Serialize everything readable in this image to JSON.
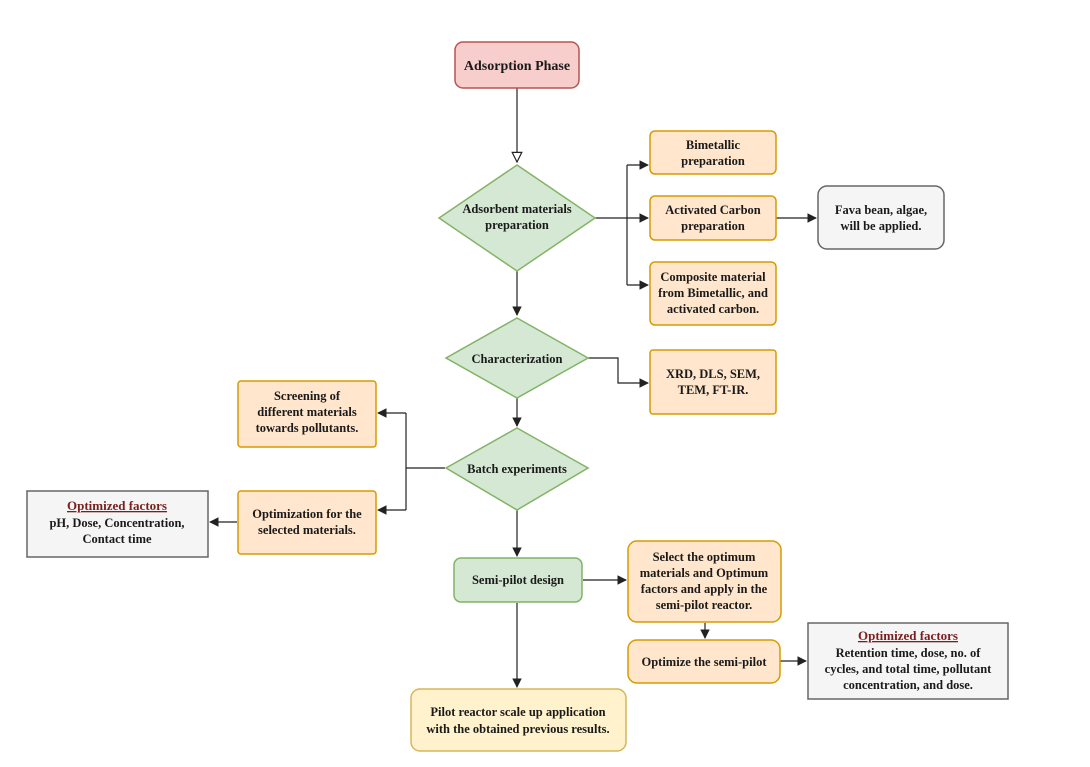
{
  "nodes": {
    "adsorption_phase": "Adsorption Phase",
    "adsorbent_prep": [
      "Adsorbent materials",
      "preparation"
    ],
    "bimetallic": [
      "Bimetallic",
      "preparation"
    ],
    "activated_carbon": [
      "Activated Carbon",
      "preparation"
    ],
    "fava_bean": [
      "Fava bean,  algae,",
      "will be applied."
    ],
    "composite": [
      "Composite material",
      "from Bimetallic, and",
      "activated carbon."
    ],
    "characterization": "Characterization",
    "techniques": [
      "XRD, DLS, SEM,",
      "TEM, FT-IR."
    ],
    "screening": [
      "Screening of",
      "different materials",
      "towards pollutants."
    ],
    "batch": "Batch experiments",
    "optimization": [
      "Optimization for the",
      "selected materials."
    ],
    "optimized_factors_1": {
      "heading": "Optimized factors",
      "lines": [
        "pH, Dose, Concentration,",
        "Contact time"
      ]
    },
    "semi_pilot_design": "Semi-pilot design",
    "select_optimum": [
      "Select the optimum",
      "materials and Optimum",
      "factors and apply in the",
      "semi-pilot reactor."
    ],
    "optimize_semi_pilot": "Optimize the semi-pilot",
    "optimized_factors_2": {
      "heading": "Optimized factors",
      "lines": [
        "Retention time, dose, no. of",
        "cycles, and total time, pollutant",
        "concentration, and dose."
      ]
    },
    "pilot_reactor": [
      "Pilot reactor scale up application",
      "with the obtained previous results."
    ]
  },
  "colors": {
    "red_fill": "#f8cecc",
    "red_stroke": "#b85450",
    "green_fill": "#d5e8d4",
    "green_stroke": "#82b366",
    "orange_fill": "#ffe6cc",
    "orange_stroke": "#d79b00",
    "yellow_fill": "#fff2cc",
    "yellow_stroke": "#d6b656",
    "grey_fill": "#f5f5f5",
    "grey_stroke": "#666666",
    "heading_text": "#7a1f1f"
  }
}
